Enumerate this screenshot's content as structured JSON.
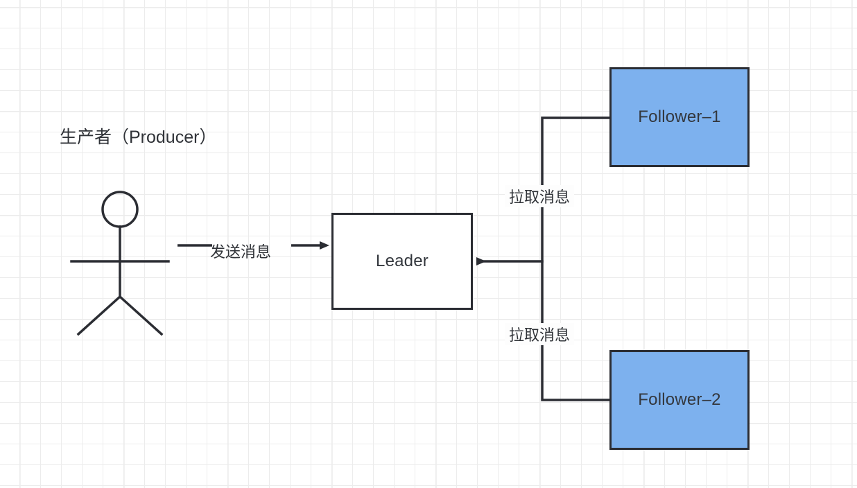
{
  "diagram": {
    "title_caption": "生产者（Producer）",
    "nodes": [
      {
        "id": "leader",
        "label": "Leader",
        "fill": "#ffffff",
        "stroke": "#2b2d33"
      },
      {
        "id": "follower1",
        "label": "Follower–1",
        "fill": "#7db1ee",
        "stroke": "#2b2d33"
      },
      {
        "id": "follower2",
        "label": "Follower–2",
        "fill": "#7db1ee",
        "stroke": "#2b2d33"
      }
    ],
    "edges": [
      {
        "id": "producer-to-leader",
        "label": "发送消息",
        "from": "producer",
        "to": "leader",
        "arrow": "right"
      },
      {
        "id": "follower1-to-leader",
        "label": "拉取消息",
        "from": "follower1",
        "to": "leader",
        "arrow": "left"
      },
      {
        "id": "follower2-to-leader",
        "label": "拉取消息",
        "from": "follower2",
        "to": "leader",
        "arrow": "left"
      }
    ],
    "actor": {
      "id": "producer",
      "icon": "stick-figure-icon"
    },
    "colors": {
      "line": "#2b2d33",
      "follower_fill": "#7db1ee",
      "grid": "#ececec",
      "background": "#ffffff",
      "text": "#303338"
    }
  }
}
